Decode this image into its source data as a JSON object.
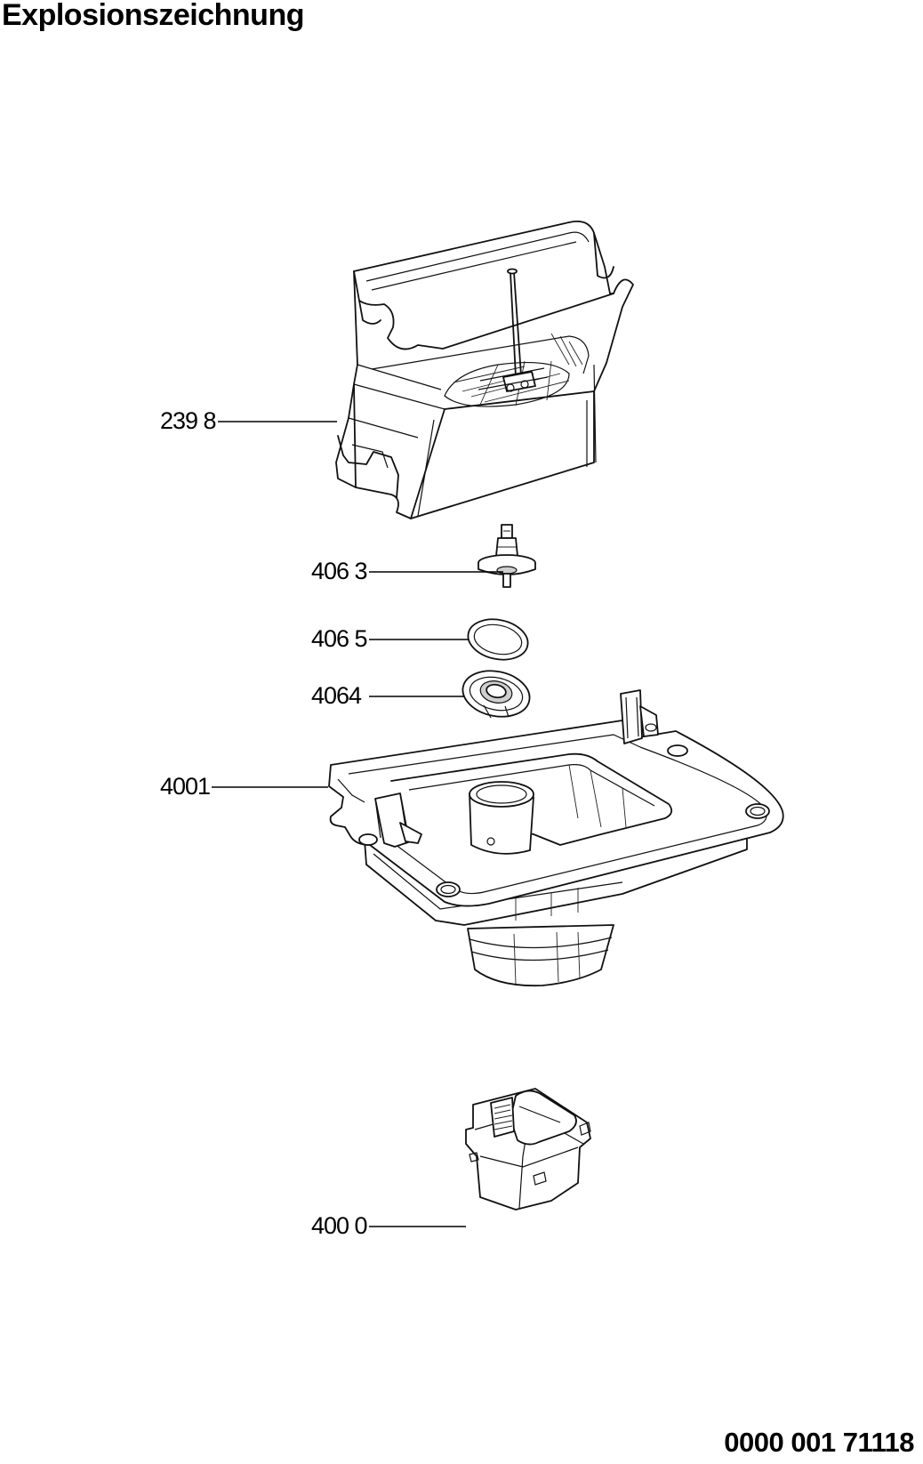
{
  "title": "Explosionszeichnung",
  "document_number": "0000 001 71118",
  "parts": [
    {
      "number": "239 8",
      "item": "container"
    },
    {
      "number": "406 3",
      "item": "drive-coupling"
    },
    {
      "number": "406 5",
      "item": "sealing-ring"
    },
    {
      "number": "4064",
      "item": "bearing-seal"
    },
    {
      "number": "4001",
      "item": "base-plate"
    },
    {
      "number": "400 0",
      "item": "motor-unit"
    }
  ]
}
